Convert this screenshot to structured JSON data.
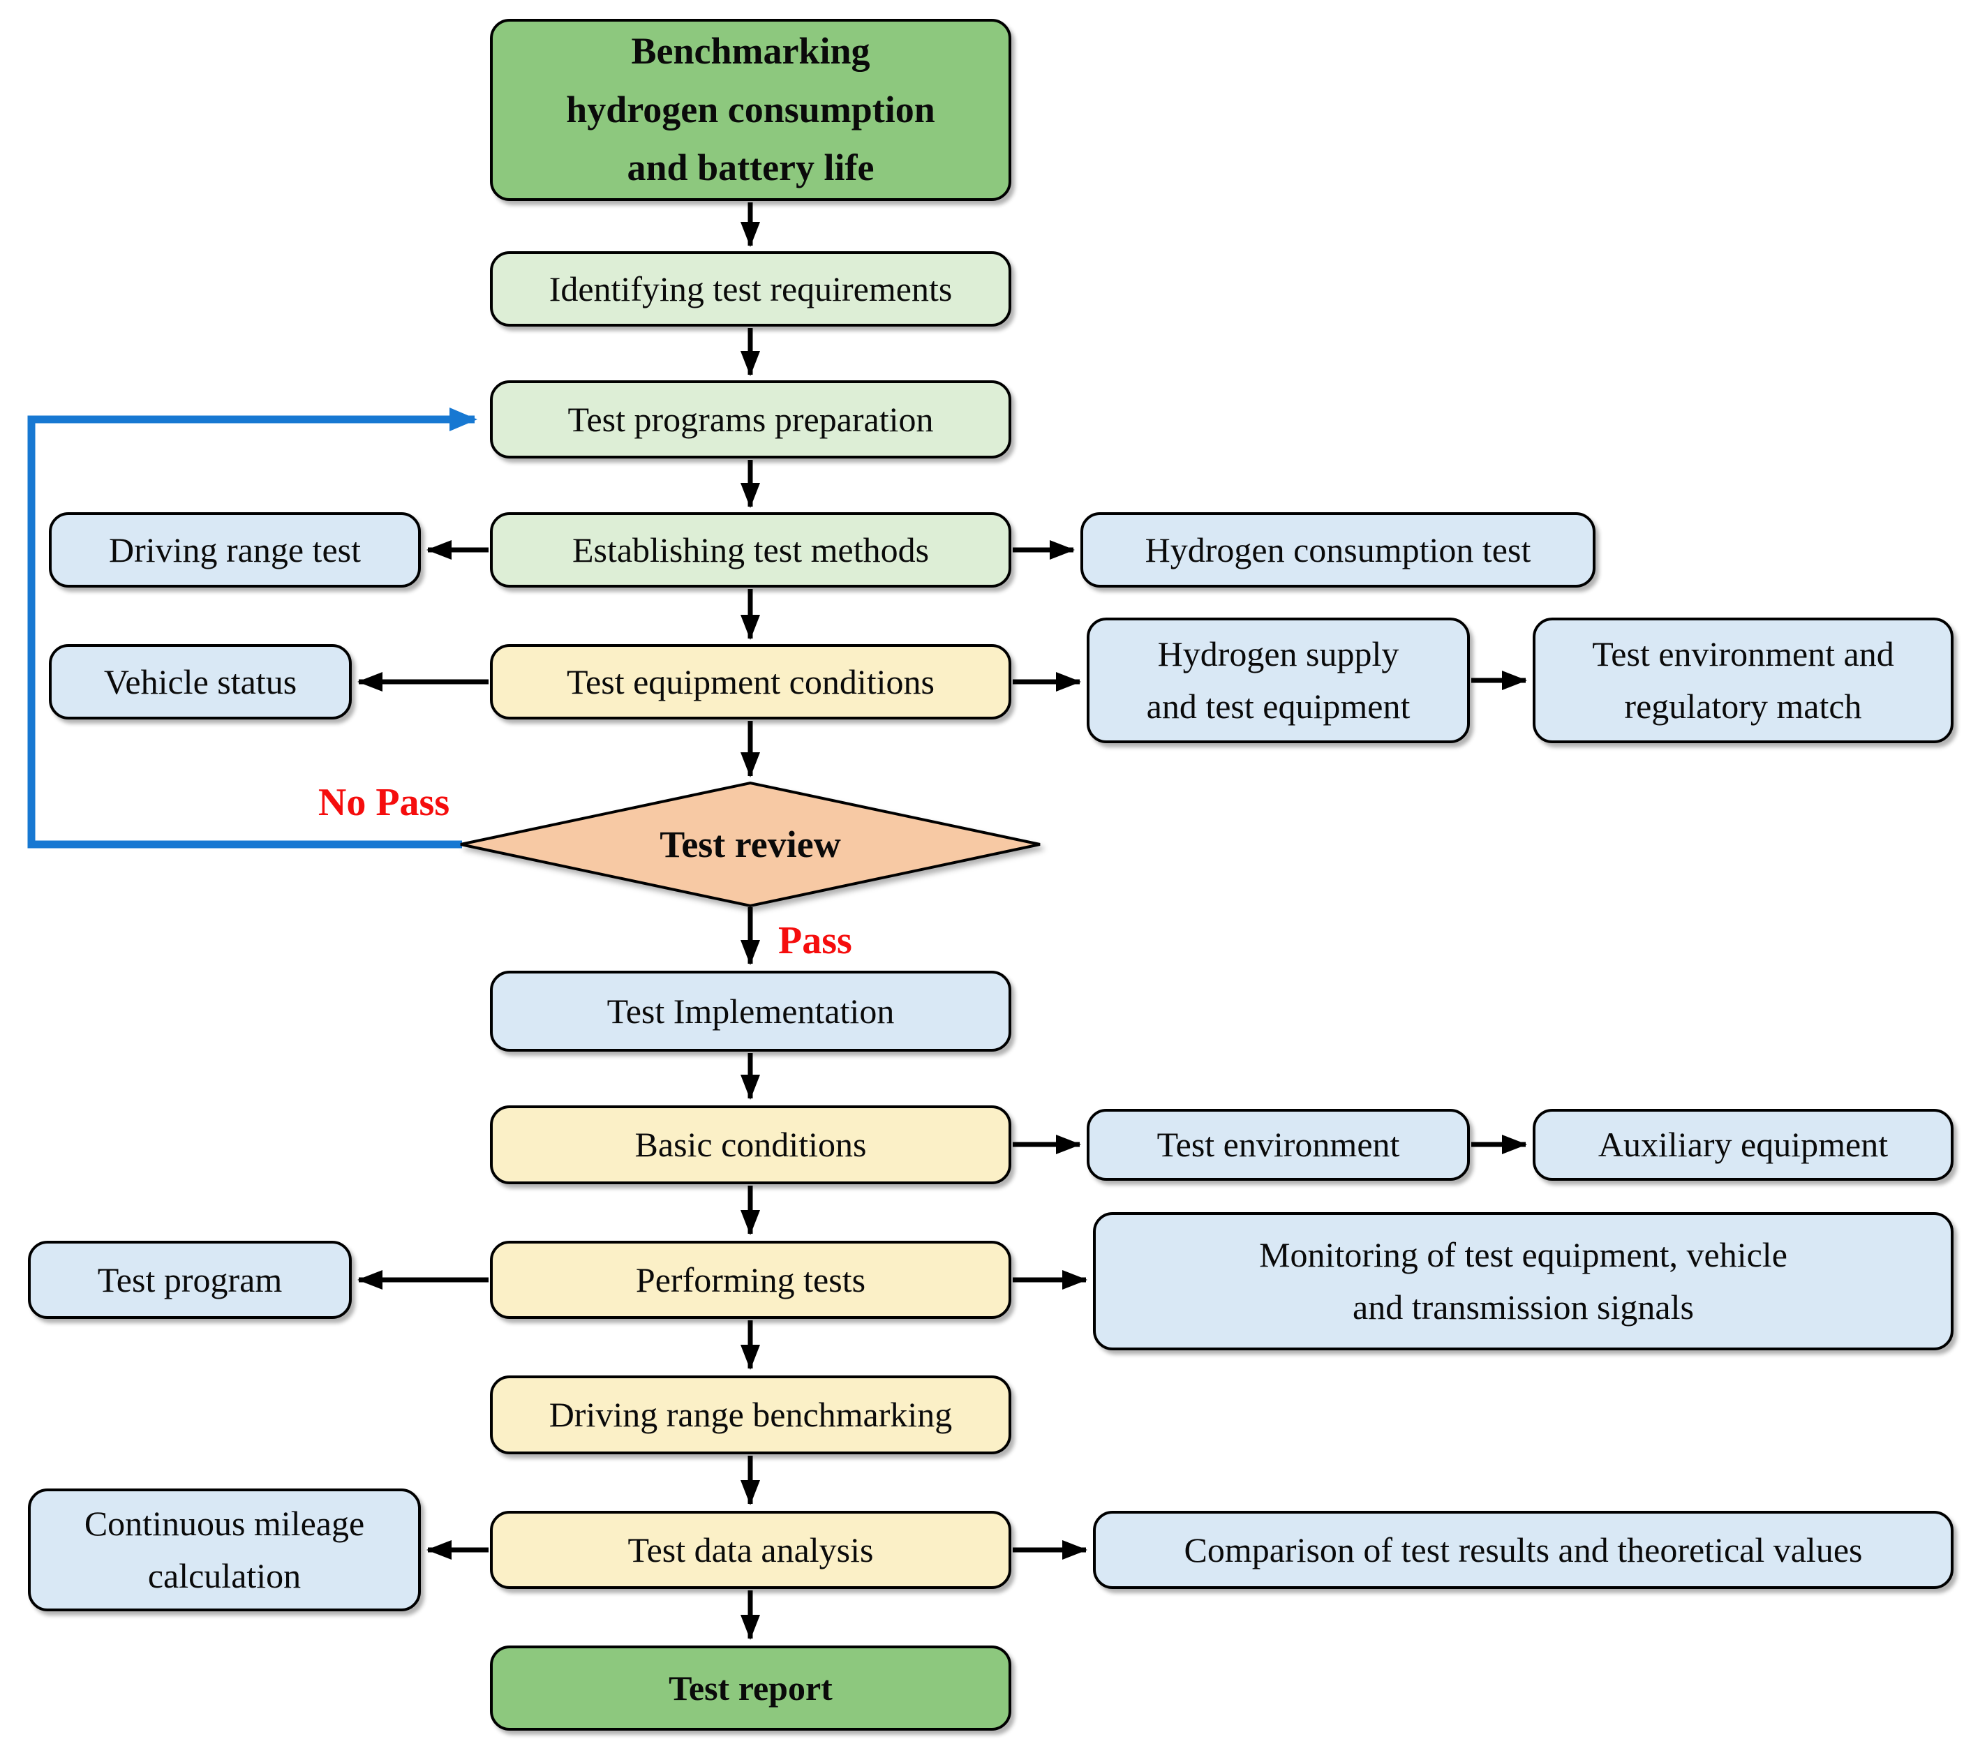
{
  "diagram": {
    "nodes": {
      "benchmarking": "Benchmarking\nhydrogen consumption\nand battery life",
      "identifying": "Identifying test requirements",
      "test_programs": "Test programs preparation",
      "establishing": "Establishing test methods",
      "driving_range_test": "Driving range test",
      "hydrogen_consumption_test": "Hydrogen consumption test",
      "equipment_conditions": "Test equipment conditions",
      "vehicle_status": "Vehicle status",
      "hydrogen_supply": "Hydrogen supply\nand test equipment",
      "environment_regulatory": "Test environment and\nregulatory match",
      "test_review": "Test review",
      "test_implementation": "Test Implementation",
      "basic_conditions": "Basic conditions",
      "test_environment": "Test environment",
      "auxiliary_equipment": "Auxiliary equipment",
      "performing_tests": "Performing tests",
      "test_program": "Test program",
      "monitoring": "Monitoring of test equipment, vehicle\nand transmission signals",
      "driving_range_benchmarking": "Driving range benchmarking",
      "test_data_analysis": "Test data analysis",
      "continuous_mileage": "Continuous mileage\ncalculation",
      "comparison": "Comparison of test results and theoretical values",
      "test_report": "Test report"
    },
    "branch_labels": {
      "no_pass": "No Pass",
      "pass": "Pass"
    },
    "colors": {
      "green_dark": "#8dc87e",
      "green_light": "#ddeed6",
      "yellow": "#fbf0c7",
      "blue_box": "#d9e8f5",
      "diamond": "#f7c9a4",
      "feedback_line": "#1778d2",
      "branch_label_red": "#f50d0d",
      "border": "#000000"
    }
  }
}
